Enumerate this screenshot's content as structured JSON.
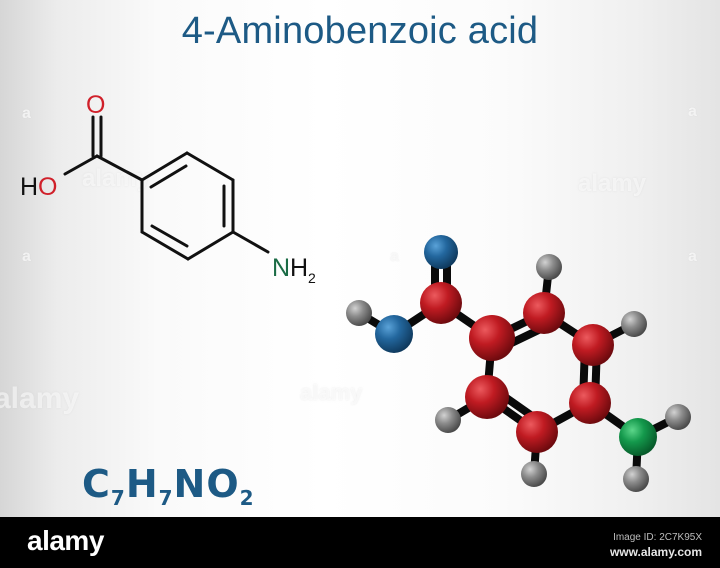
{
  "title": "4-Aminobenzoic acid",
  "structure_2d": {
    "labels": {
      "carbonyl_oxygen": "O",
      "hydroxyl": "HO",
      "amine_n": "NH",
      "amine_sub": "2"
    },
    "colors": {
      "oxygen": "#d0202a",
      "nitrogen": "#1a6b45",
      "bond": "#111111"
    }
  },
  "model_3d": {
    "colors": {
      "carbon": "#b4141c",
      "oxygen": "#1f5f96",
      "nitrogen": "#12924a",
      "hydrogen": "#8a8a8a",
      "bond": "#0a0a0a"
    }
  },
  "formula": {
    "c": "C",
    "c_n": "7",
    "h": "H",
    "h_n": "7",
    "no": "NO",
    "o_n": "2"
  },
  "watermark": {
    "text": "alamy",
    "small": "a"
  },
  "footer": {
    "logo": "alamy",
    "image_id": "Image ID: 2C7K95X",
    "url": "www.alamy.com"
  }
}
